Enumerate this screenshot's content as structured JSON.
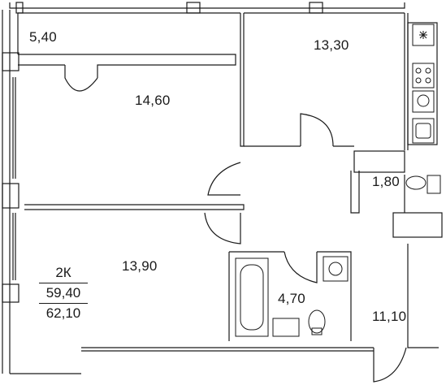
{
  "apartment": {
    "type": "2К",
    "living_area": "59,40",
    "total_area": "62,10"
  },
  "rooms": [
    {
      "id": "balcony",
      "area": "5,40"
    },
    {
      "id": "kitchen",
      "area": "13,30"
    },
    {
      "id": "living-room",
      "area": "14,60"
    },
    {
      "id": "wardrobe",
      "area": "1,80"
    },
    {
      "id": "bedroom",
      "area": "13,90"
    },
    {
      "id": "bathroom",
      "area": "4,70"
    },
    {
      "id": "hallway",
      "area": "11,10"
    }
  ],
  "colors": {
    "wall": "#1a1a1a",
    "background": "#ffffff"
  },
  "icons": [
    "stove-icon",
    "oven-icon",
    "sink-icon",
    "washbasin-icon",
    "toilet-icon",
    "bathtub-icon",
    "washing-machine-icon",
    "ventilation-icon"
  ]
}
